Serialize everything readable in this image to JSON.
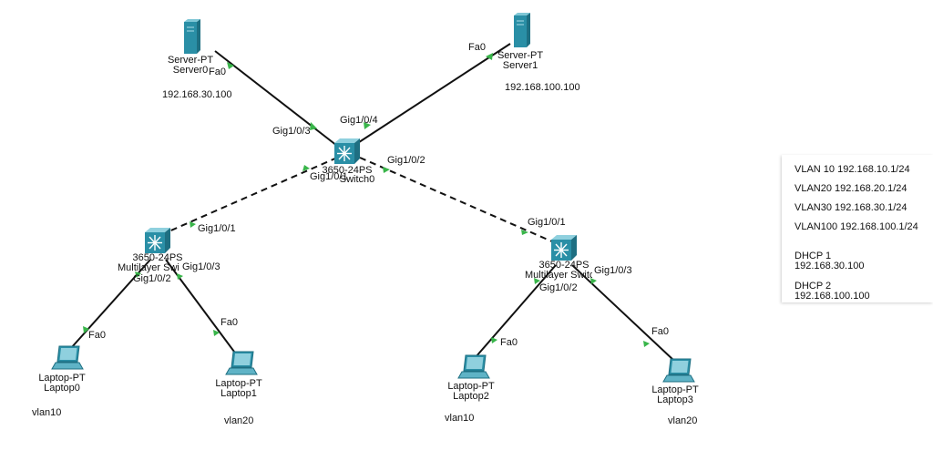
{
  "colors": {
    "cable": "#111111",
    "port_up": "#39b54a",
    "device_teal": "#2a8fa6"
  },
  "devices": {
    "server0": {
      "model": "Server-PT",
      "name": "Server0",
      "ip": "192.168.30.100"
    },
    "server1": {
      "model": "Server-PT",
      "name": "Server1",
      "ip": "192.168.100.100"
    },
    "switch0": {
      "model": "3650-24PS",
      "name": "Switch0"
    },
    "ml_left": {
      "model": "3650-24PS",
      "name": "Multilayer Switch"
    },
    "ml_right": {
      "model": "3650-24PS",
      "name": "Multilayer Switch"
    },
    "laptop0": {
      "model": "Laptop-PT",
      "name": "Laptop0",
      "vlan": "vlan10"
    },
    "laptop1": {
      "model": "Laptop-PT",
      "name": "Laptop1",
      "vlan": "vlan20"
    },
    "laptop2": {
      "model": "Laptop-PT",
      "name": "Laptop2",
      "vlan": "vlan10"
    },
    "laptop3": {
      "model": "Laptop-PT",
      "name": "Laptop3",
      "vlan": "vlan20"
    }
  },
  "ports": {
    "server0_fa0": "Fa0",
    "server1_fa0": "Fa0",
    "sw0_g103": "Gig1/0/3",
    "sw0_g104": "Gig1/0/4",
    "sw0_g101": "Gig1/0/1",
    "sw0_g102": "Gig1/0/2",
    "mll_g101": "Gig1/0/1",
    "mll_g102": "Gig1/0/2",
    "mll_g103": "Gig1/0/3",
    "mlr_g101": "Gig1/0/1",
    "mlr_g102": "Gig1/0/2",
    "mlr_g103": "Gig1/0/3",
    "laptop0_fa0": "Fa0",
    "laptop1_fa0": "Fa0",
    "laptop2_fa0": "Fa0",
    "laptop3_fa0": "Fa0"
  },
  "notes": {
    "vlan10": "VLAN 10 192.168.10.1/24",
    "vlan20": "VLAN20 192.168.20.1/24",
    "vlan30": "VLAN30 192.168.30.1/24",
    "vlan100": "VLAN100 192.168.100.1/24",
    "dhcp1_title": "DHCP 1",
    "dhcp1_ip": "192.168.30.100",
    "dhcp2_title": "DHCP 2",
    "dhcp2_ip": "192.168.100.100"
  }
}
